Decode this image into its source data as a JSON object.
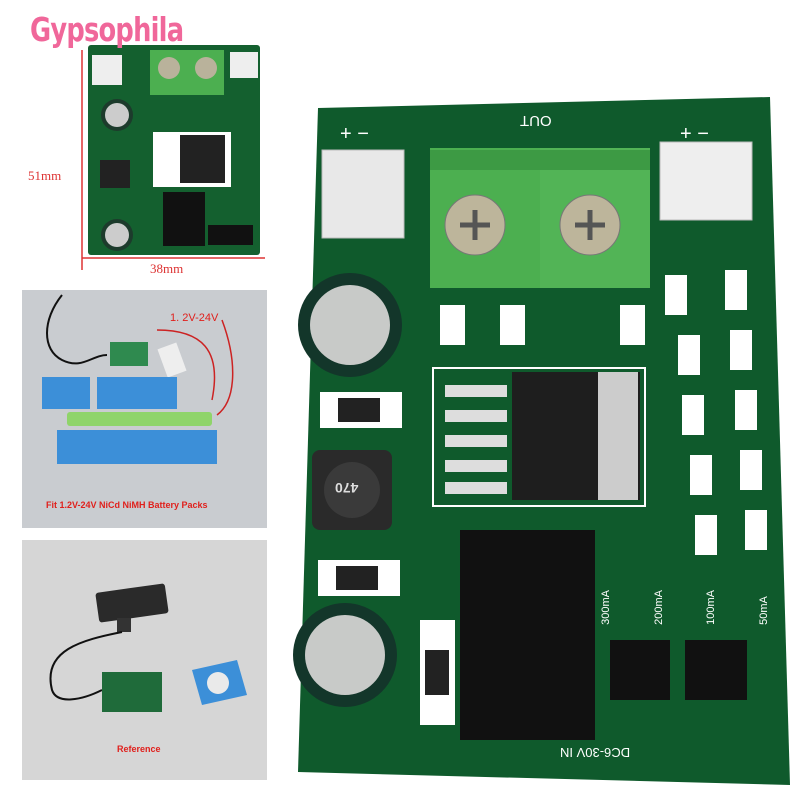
{
  "brand": {
    "watermark": "Gypsophila"
  },
  "dimensions_panel": {
    "height_label": "51mm",
    "width_label": "38mm"
  },
  "battery_panel": {
    "voltage_label": "1. 2V-24V",
    "caption": "Fit 1.2V-24V NiCd NiMH Battery Packs"
  },
  "reference_panel": {
    "caption": "Reference"
  },
  "board": {
    "output_label": "OUT",
    "input_label": "DC6-30V IN",
    "inductor_label": "470",
    "current_options": [
      "300mA",
      "200mA",
      "100mA",
      "50mA"
    ],
    "colors": {
      "pcb": "#0f5a2c",
      "terminal": "#4caf50",
      "silkscreen": "#ffffff"
    }
  }
}
